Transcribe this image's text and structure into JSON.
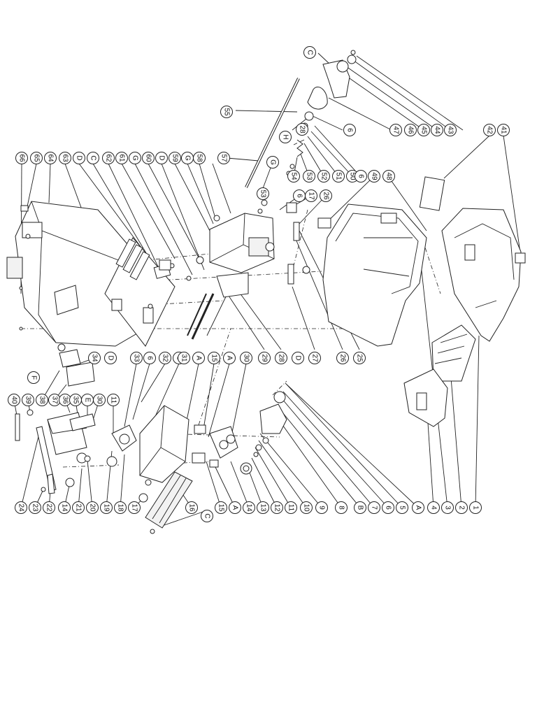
{
  "callouts": [
    {
      "label": "C"
    },
    {
      "label": "55"
    },
    {
      "label": "28"
    },
    {
      "label": "6"
    },
    {
      "label": "47"
    },
    {
      "label": "46"
    },
    {
      "label": "45"
    },
    {
      "label": "44"
    },
    {
      "label": "43"
    },
    {
      "label": "42"
    },
    {
      "label": "41"
    },
    {
      "label": "H"
    },
    {
      "label": "66"
    },
    {
      "label": "65"
    },
    {
      "label": "64"
    },
    {
      "label": "63"
    },
    {
      "label": "D"
    },
    {
      "label": "C"
    },
    {
      "label": "62"
    },
    {
      "label": "61"
    },
    {
      "label": "G"
    },
    {
      "label": "60"
    },
    {
      "label": "D"
    },
    {
      "label": "59"
    },
    {
      "label": "G"
    },
    {
      "label": "58"
    },
    {
      "label": "57"
    },
    {
      "label": "G"
    },
    {
      "label": "54"
    },
    {
      "label": "53"
    },
    {
      "label": "52"
    },
    {
      "label": "51"
    },
    {
      "label": "50"
    },
    {
      "label": "6"
    },
    {
      "label": "49"
    },
    {
      "label": "48"
    },
    {
      "label": "53"
    },
    {
      "label": "6"
    },
    {
      "label": "17"
    },
    {
      "label": "26"
    },
    {
      "label": "29"
    },
    {
      "label": "28"
    },
    {
      "label": "D"
    },
    {
      "label": "27"
    },
    {
      "label": "26"
    },
    {
      "label": "25"
    },
    {
      "label": "F"
    },
    {
      "label": "34"
    },
    {
      "label": "D"
    },
    {
      "label": "33"
    },
    {
      "label": "6"
    },
    {
      "label": "32"
    },
    {
      "label": "C"
    },
    {
      "label": "31"
    },
    {
      "label": "A"
    },
    {
      "label": "15"
    },
    {
      "label": "A"
    },
    {
      "label": "30"
    },
    {
      "label": "40"
    },
    {
      "label": "39"
    },
    {
      "label": "38"
    },
    {
      "label": "37"
    },
    {
      "label": "36"
    },
    {
      "label": "35"
    },
    {
      "label": "E"
    },
    {
      "label": "30"
    },
    {
      "label": "11"
    },
    {
      "label": "24"
    },
    {
      "label": "23"
    },
    {
      "label": "22"
    },
    {
      "label": "14"
    },
    {
      "label": "21"
    },
    {
      "label": "20"
    },
    {
      "label": "19"
    },
    {
      "label": "18"
    },
    {
      "label": "17"
    },
    {
      "label": "16"
    },
    {
      "label": "C"
    },
    {
      "label": "15"
    },
    {
      "label": "A"
    },
    {
      "label": "14"
    },
    {
      "label": "13"
    },
    {
      "label": "12"
    },
    {
      "label": "11"
    },
    {
      "label": "10"
    },
    {
      "label": "9"
    },
    {
      "label": "8"
    },
    {
      "label": "B"
    },
    {
      "label": "7"
    },
    {
      "label": "6"
    },
    {
      "label": "5"
    },
    {
      "label": "A"
    },
    {
      "label": "4"
    },
    {
      "label": "3"
    },
    {
      "label": "2"
    },
    {
      "label": "1"
    }
  ]
}
